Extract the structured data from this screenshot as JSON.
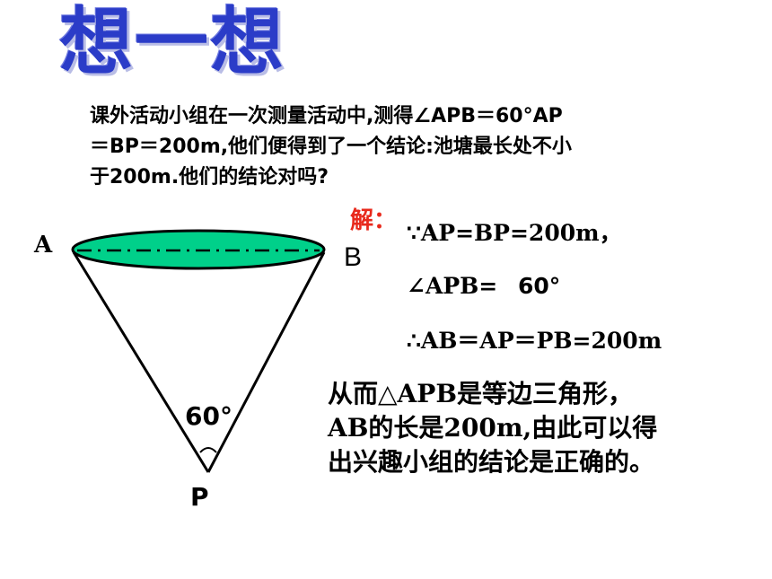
{
  "title": "想一想",
  "problem": {
    "lines": [
      "课外活动小组在一次测量活动中,测得∠APB＝60°AP",
      "＝BP＝200m,他们便得到了一个结论:池塘最长处不小",
      "于200m.他们的结论对吗?"
    ]
  },
  "figure": {
    "label_a": "A",
    "label_b": "B",
    "label_p": "P",
    "angle_label": "60°",
    "pond_color": "#00d08a",
    "line_color": "#000000"
  },
  "solution": {
    "label": "解：",
    "line1": "∵AP=BP=200m，",
    "line2_prefix": "∠APB=",
    "line2_angle": "60°",
    "line3": "∴AB＝AP＝PB=200m",
    "conclusion": [
      "从而△APB是等边三角形，",
      "AB的长是200m,由此可以得",
      "出兴趣小组的结论是正确的。"
    ]
  },
  "colors": {
    "title": "#2b3cc8",
    "solution_label": "#e8291c"
  }
}
